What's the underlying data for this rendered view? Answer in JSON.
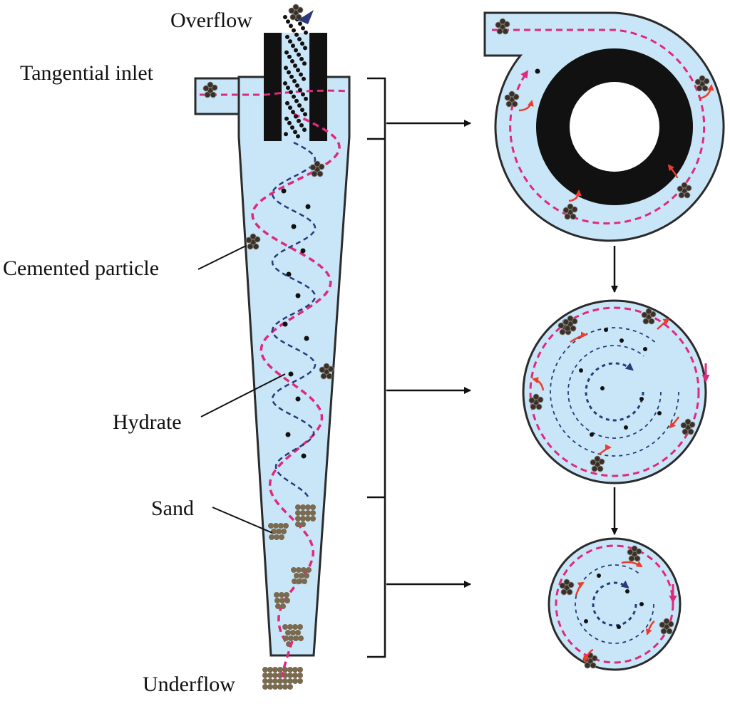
{
  "labels": {
    "overflow": "Overflow",
    "tangential_inlet": "Tangential inlet",
    "cemented_particle": "Cemented particle",
    "hydrate": "Hydrate",
    "sand": "Sand",
    "underflow": "Underflow"
  },
  "colors": {
    "fluid": "#c8e6f7",
    "outline": "#2b2b2b",
    "wall": "#111111",
    "outer_vortex": "#e0297a",
    "inner_vortex": "#2a3a7a",
    "flow_arrow": "#ee3b2b",
    "sand": "#7a6a50",
    "hydrate": "#111111"
  }
}
